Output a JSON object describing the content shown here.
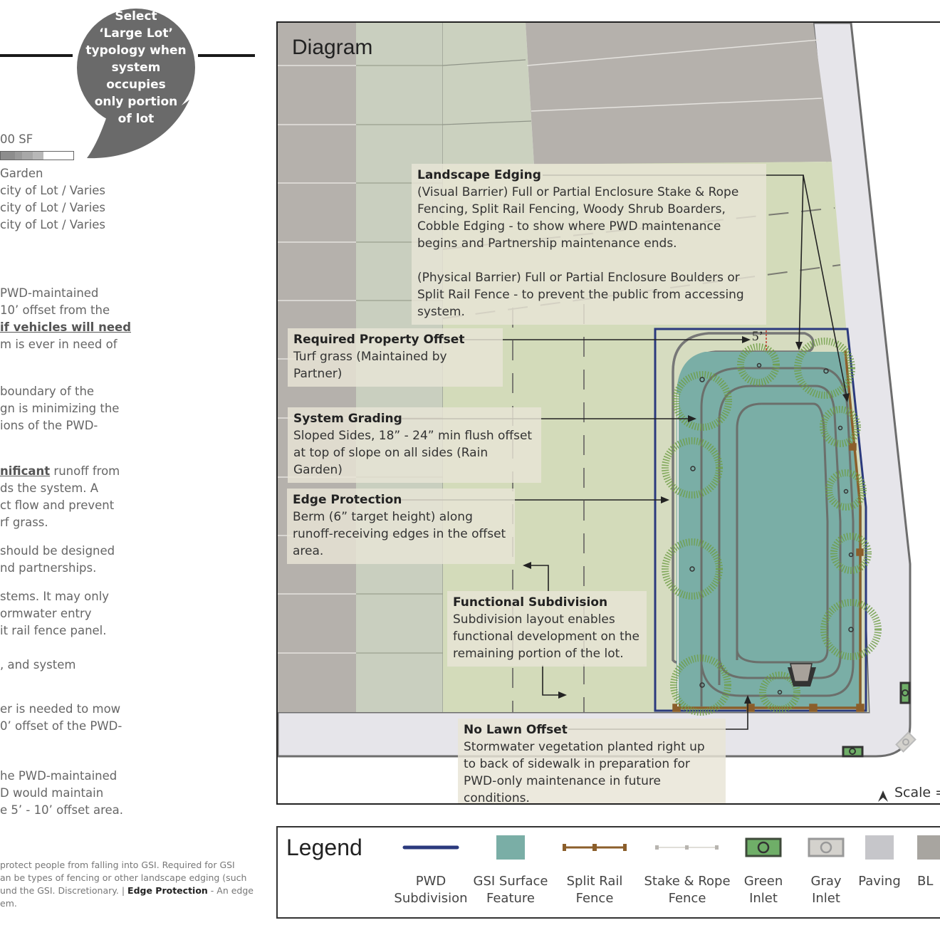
{
  "left_panel": {
    "bubble_text": "Select ‘Large Lot’ typology when system occupies only portion of lot",
    "bubble_lines": [
      "Select",
      "‘Large Lot’",
      "typology when",
      "system occupies",
      "only portion",
      "of lot"
    ],
    "sf_label": "00 SF",
    "spec_lines": [
      "Garden",
      "city of Lot / Varies",
      "city of Lot / Varies",
      "city of Lot / Varies"
    ],
    "para1": [
      "PWD-maintained",
      " 10’ offset from the",
      " if vehicles will need",
      "m is ever in need of"
    ],
    "para2": [
      "boundary of the",
      "gn is minimizing the",
      "ions of the PWD-"
    ],
    "para3_bold": "nificant",
    "para3": [
      " runoff from",
      "ds the system.  A",
      "ct flow and prevent",
      "rf grass."
    ],
    "para4": [
      " should be designed",
      "nd partnerships."
    ],
    "para5": [
      "stems.  It may only",
      "ormwater entry",
      "it rail fence panel."
    ],
    "para6": [
      ", and system"
    ],
    "para7": [
      "er is needed to mow",
      "0’ offset of the PWD-"
    ],
    "para8": [
      "he PWD-maintained",
      "D would maintain",
      "e 5’ - 10’ offset area."
    ],
    "footnote": {
      "line1": "protect people from falling into GSI.  Required for GSI",
      "line2": "an be types of fencing or other landscape edging (such",
      "line3_pre": "und the GSI.  Discretionary.  | ",
      "line3_bold": "Edge Protection",
      "line3_post": " - An edge",
      "line4": "em."
    }
  },
  "diagram": {
    "title": "Diagram",
    "dimension_label": "5’",
    "scale_label": "Scale =",
    "callouts": {
      "landscape_edging": {
        "heading": "Landscape Edging",
        "body1": "(Visual Barrier) Full or Partial Enclosure Stake & Rope Fencing, Split Rail Fencing, Woody Shrub Boarders, Cobble Edging - to show where PWD maintenance begins and Partnership maintenance ends.",
        "body2": "(Physical Barrier) Full or Partial Enclosure Boulders or Split Rail Fence - to prevent the public from accessing system."
      },
      "required_property_offset": {
        "heading": "Required Property Offset",
        "body": "Turf grass (Maintained by Partner)"
      },
      "system_grading": {
        "heading": "System Grading",
        "body": "Sloped Sides, 18” - 24” min flush offset at top of slope on all sides (Rain Garden)"
      },
      "edge_protection": {
        "heading": "Edge Protection",
        "body": "Berm (6” target height) along runoff-receiving edges in the offset area."
      },
      "functional_subdivision": {
        "heading": "Functional Subdivision",
        "body": "Subdivision layout enables functional development on the remaining portion of the lot."
      },
      "no_lawn_offset": {
        "heading": "No Lawn Offset",
        "body": "Stormwater vegetation planted right up to back of sidewalk in preparation for PWD-only maintenance in future conditions."
      }
    },
    "colors": {
      "pwd_subdivision": "#2b3a7e",
      "gsi_surface": "#7aaea6",
      "split_rail": "#8b5e2b",
      "stake_rope": "#d6d3cc",
      "green_inlet": "#6fae68",
      "gray_inlet": "#d4d2cd",
      "paving": "#e6e5ea",
      "building": "#b5b1ac",
      "lawn": "#d3dbba",
      "lot": "#c9cfbf",
      "vegetation": "#7a9e4a"
    }
  },
  "legend": {
    "title": "Legend",
    "items": [
      {
        "label1": "PWD",
        "label2": "Subdivision",
        "icon": "navy-line"
      },
      {
        "label1": "GSI  Surface",
        "label2": "Feature",
        "icon": "teal-square"
      },
      {
        "label1": "Split Rail",
        "label2": "Fence",
        "icon": "brown-fence-line"
      },
      {
        "label1": "Stake & Rope",
        "label2": "Fence",
        "icon": "gray-stake-line"
      },
      {
        "label1": "Green",
        "label2": "Inlet",
        "icon": "green-inlet"
      },
      {
        "label1": "Gray",
        "label2": "Inlet",
        "icon": "gray-inlet"
      },
      {
        "label1": "Paving",
        "label2": "",
        "icon": "paving-square"
      },
      {
        "label1": "BL",
        "label2": "",
        "icon": "building-square"
      }
    ]
  }
}
